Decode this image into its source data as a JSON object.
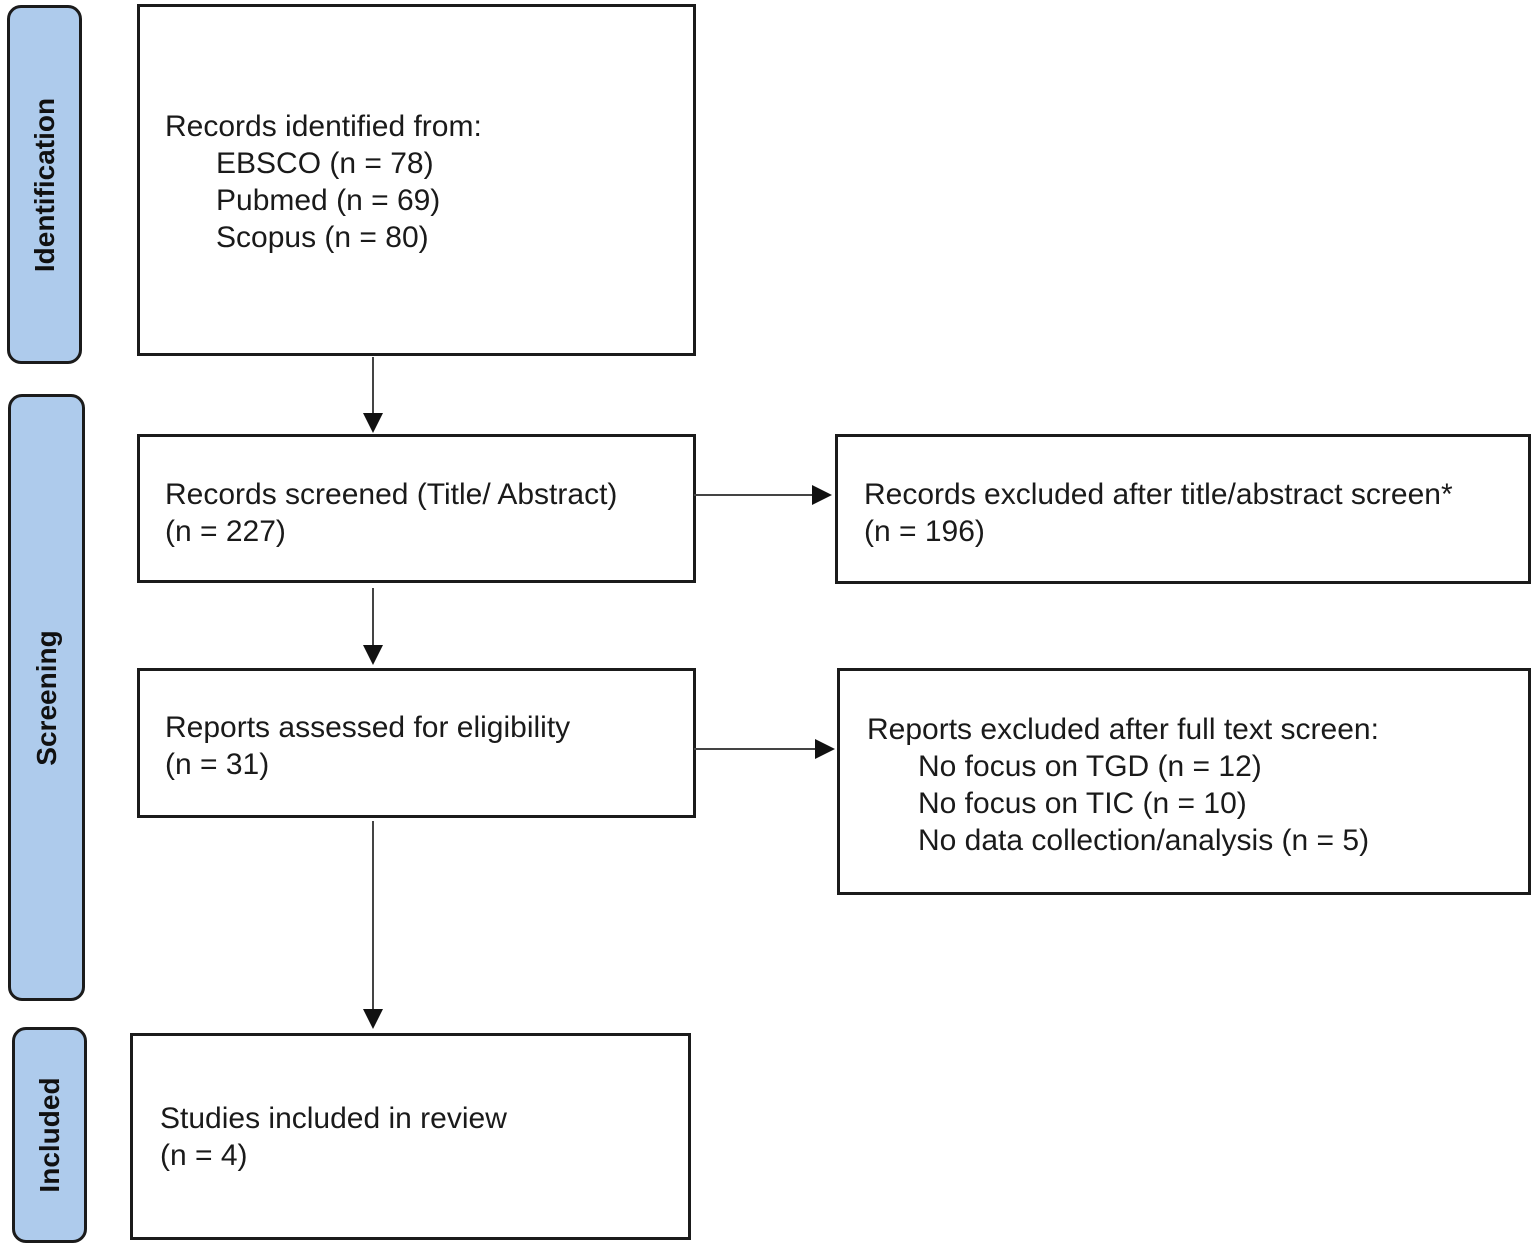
{
  "phases": {
    "identification": "Identification",
    "screening": "Screening",
    "included": "Included"
  },
  "identification_box": {
    "heading": "Records identified from:",
    "sources": [
      "EBSCO (n = 78)",
      "Pubmed (n = 69)",
      "Scopus (n = 80)"
    ]
  },
  "screened_box": {
    "heading": "Records screened (Title/ Abstract)",
    "count": "(n = 227)"
  },
  "excluded_title_box": {
    "heading": "Records excluded after title/abstract screen*",
    "count": "(n = 196)"
  },
  "eligibility_box": {
    "heading": "Reports assessed for eligibility",
    "count": "(n = 31)"
  },
  "excluded_fulltext_box": {
    "heading": "Reports excluded after full text screen:",
    "reasons": [
      "No focus on TGD (n = 12)",
      "No focus on TIC (n = 10)",
      "No data collection/analysis (n = 5)"
    ]
  },
  "included_box": {
    "heading": "Studies included in review",
    "count": "(n = 4)"
  },
  "colors": {
    "phase_fill": "#aecbec",
    "border": "#1b1b1b",
    "arrow": "#444444"
  }
}
